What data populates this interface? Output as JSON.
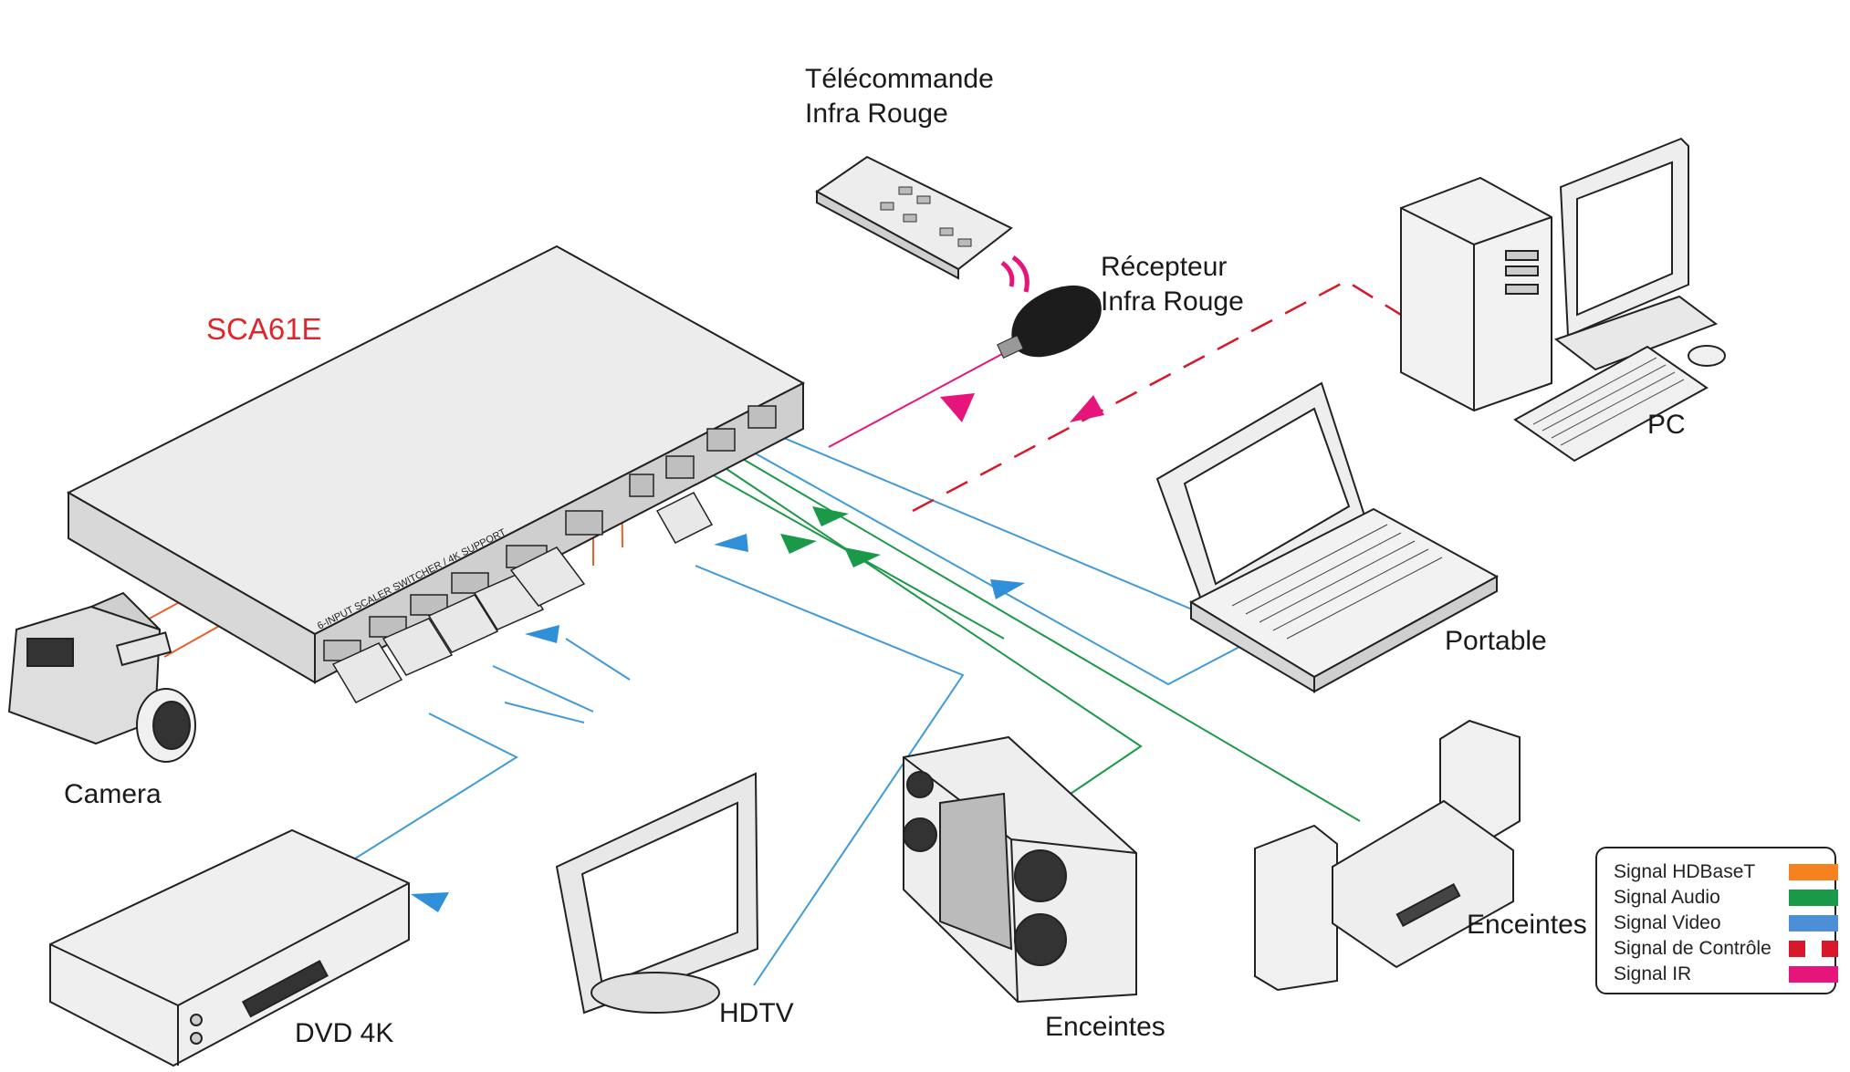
{
  "device": {
    "name": "SCA61E",
    "front_text": "6-INPUT SCALER SWITCHER / 4K SUPPORT"
  },
  "labels": {
    "remote": "Télécommande\nInfra Rouge",
    "receiver": "Récepteur\nInfra Rouge",
    "pc": "PC",
    "laptop": "Portable",
    "speakers_right": "Enceintes",
    "speakers_center": "Enceintes",
    "hdtv": "HDTV",
    "dvd": "DVD 4K",
    "camera": "Camera"
  },
  "legend": [
    {
      "label": "Signal HDBaseT",
      "color": "#f5821f",
      "style": "solid"
    },
    {
      "label": "Signal Audio",
      "color": "#1a9a48",
      "style": "solid"
    },
    {
      "label": "Signal Video",
      "color": "#4c8fd6",
      "style": "solid"
    },
    {
      "label": "Signal de Contrôle",
      "color": "#d7182a",
      "style": "dashed"
    },
    {
      "label": "Signal IR",
      "color": "#e6157c",
      "style": "solid"
    }
  ],
  "colors": {
    "hdbaset": "#e8612c",
    "audio": "#1a9a48",
    "video": "#3f9bd8",
    "control": "#d7182a",
    "ir": "#e6157c",
    "device_fill": "#e6e6e6",
    "outline": "#222222"
  }
}
